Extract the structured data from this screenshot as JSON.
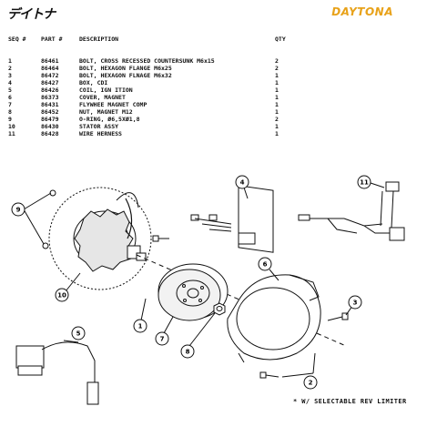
{
  "brand": {
    "left_logo": "デイトナ",
    "right_logo": "DAYTONA"
  },
  "header": {
    "seq": "SEQ #",
    "part": "PART #",
    "description": "DESCRIPTION",
    "qty": "QTY"
  },
  "parts": [
    {
      "seq": "1",
      "part": "86461",
      "description": "BOLT, CROSS RECESSED COUNTERSUNK M6x15",
      "qty": "2"
    },
    {
      "seq": "2",
      "part": "86464",
      "description": "BOLT, HEXAGON FLANGE M6x25",
      "qty": "2"
    },
    {
      "seq": "3",
      "part": "86472",
      "description": "BOLT, HEXAGON FLNAGE M6x32",
      "qty": "1"
    },
    {
      "seq": "4",
      "part": "86427",
      "description": "BOX, CDI",
      "qty": "1"
    },
    {
      "seq": "5",
      "part": "86426",
      "description": "COIL, IGN ITION",
      "qty": "1"
    },
    {
      "seq": "6",
      "part": "86373",
      "description": "COVER, MAGNET",
      "qty": "1"
    },
    {
      "seq": "7",
      "part": "86431",
      "description": "FLYWHEE MAGNET COMP",
      "qty": "1"
    },
    {
      "seq": "8",
      "part": "86452",
      "description": "NUT, MAGNET M12",
      "qty": "1"
    },
    {
      "seq": "9",
      "part": "86479",
      "description": "O-RING, Ø6,5XØ1,8",
      "qty": "2"
    },
    {
      "seq": "10",
      "part": "86430",
      "description": "STATOR ASSY",
      "qty": "1"
    },
    {
      "seq": "11",
      "part": "86428",
      "description": "WIRE HERNESS",
      "qty": "1"
    }
  ],
  "callouts": [
    "1",
    "2",
    "3",
    "4",
    "5",
    "6",
    "7",
    "8",
    "9",
    "10",
    "11"
  ],
  "footnote": "* W/ SELECTABLE REV LIMITER",
  "colors": {
    "brand_orange": "#e8a21a",
    "ink": "#111111",
    "callout_fill": "#ffffff"
  }
}
